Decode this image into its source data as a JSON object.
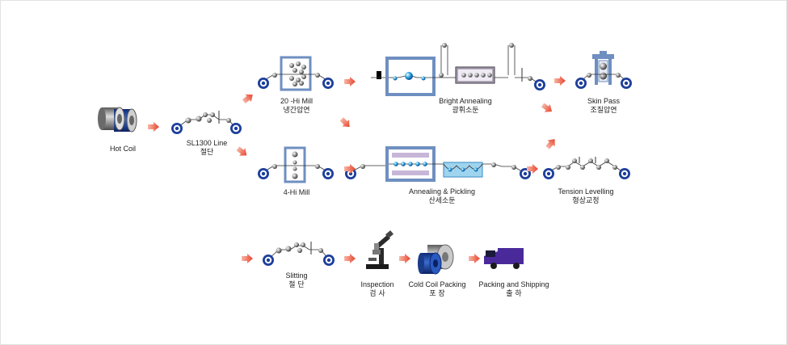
{
  "steps": {
    "hot_coil": {
      "en": "Hot Coil",
      "ko": ""
    },
    "sl1300": {
      "en": "SL1300 Line",
      "ko": "절단"
    },
    "hi20_mill": {
      "en": "20 -Hi Mill",
      "ko": "냉간압연"
    },
    "hi4_mill": {
      "en": "4-Hi Mill",
      "ko": ""
    },
    "bright_anneal": {
      "en": "Bright Annealing",
      "ko": "광휘소둔"
    },
    "anneal_pickle": {
      "en": "Annealing & Pickling",
      "ko": "산세소둔"
    },
    "skin_pass": {
      "en": "Skin Pass",
      "ko": "조질압연"
    },
    "tension_level": {
      "en": "Tension Levelling",
      "ko": "형상교정"
    },
    "slitting": {
      "en": "Slitting",
      "ko": "절 단"
    },
    "inspection": {
      "en": "Inspection",
      "ko": "검 사"
    },
    "cold_packing": {
      "en": "Cold Coil Packing",
      "ko": "포 장"
    },
    "shipping": {
      "en": "Packing and Shipping",
      "ko": "출 하"
    }
  },
  "colors": {
    "arrow": "#e8442e",
    "roll_blue": "#1d3f9c",
    "furnace_frame": "#6f8fc0",
    "muffle": "#c8b6d8",
    "water": "#9fd4ef",
    "truck": "#4a2a9a"
  }
}
